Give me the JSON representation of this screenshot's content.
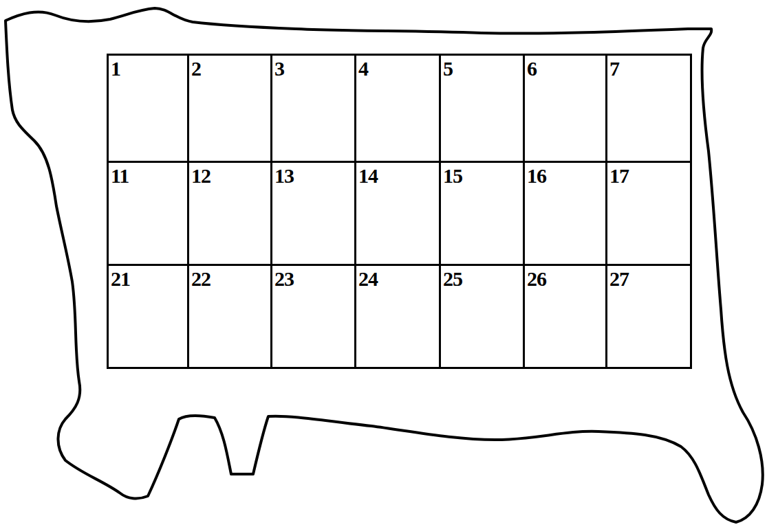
{
  "diagram": {
    "nodes": [
      {
        "text": [
          "1"
        ]
      },
      {
        "text": [
          "2"
        ]
      },
      {
        "text": [
          "3"
        ]
      },
      {
        "text": [
          "4"
        ]
      },
      {
        "text": [
          "5"
        ]
      },
      {
        "text": [
          "6"
        ]
      },
      {
        "text": [
          "7"
        ]
      },
      {
        "text": [
          "11"
        ]
      },
      {
        "text": [
          "12"
        ]
      },
      {
        "text": [
          "13"
        ]
      },
      {
        "text": [
          "14"
        ]
      },
      {
        "text": [
          "15"
        ]
      },
      {
        "text": [
          "16"
        ]
      },
      {
        "text": [
          "17"
        ]
      },
      {
        "text": [
          "21"
        ]
      },
      {
        "text": [
          "22"
        ]
      },
      {
        "text": [
          "23"
        ]
      },
      {
        "text": [
          "24"
        ]
      },
      {
        "text": [
          "25"
        ]
      },
      {
        "text": [
          "26"
        ]
      },
      {
        "text": [
          "27"
        ]
      }
    ]
  }
}
